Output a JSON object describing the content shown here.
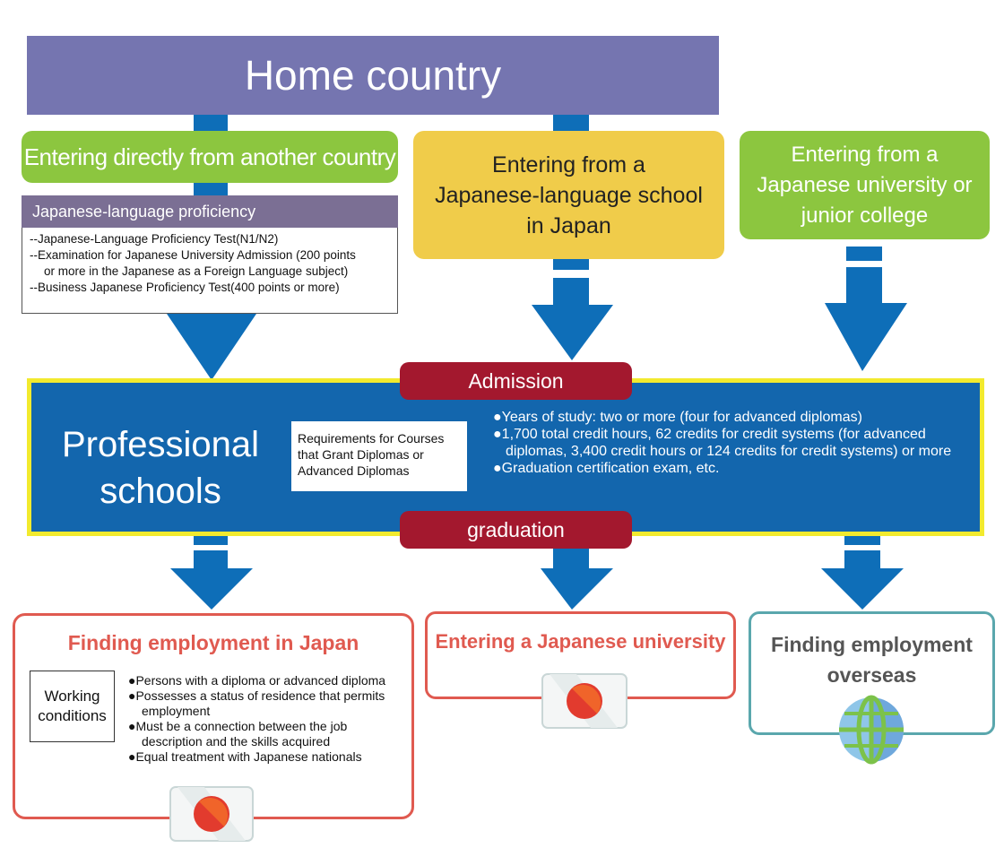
{
  "home": {
    "title": "Home country"
  },
  "routes": {
    "direct": {
      "title": "Entering directly from another country"
    },
    "language_school": {
      "title_lines": [
        "Entering from a",
        "Japanese-language school",
        "in Japan"
      ]
    },
    "university": {
      "title_lines": [
        "Entering from a",
        "Japanese university or",
        "junior college"
      ]
    }
  },
  "proficiency": {
    "heading": "Japanese-language proficiency",
    "lines": [
      "--Japanese-Language Proficiency Test(N1/N2)",
      "--Examination for Japanese University Admission (200 points",
      "or more in the Japanese as a Foreign Language subject)",
      "--Business Japanese Proficiency Test(400 points or more)"
    ]
  },
  "admission": {
    "label": "Admission"
  },
  "graduation": {
    "label": "graduation"
  },
  "professional": {
    "title_lines": [
      "Professional",
      "schools"
    ],
    "requirements_label_lines": [
      "Requirements for Courses",
      "that Grant Diplomas or",
      "Advanced Diplomas"
    ],
    "requirements": [
      "●Years of study: two or more (four for advanced diplomas)",
      "●1,700 total credit hours, 62 credits for credit systems (for advanced diplomas, 3,400 credit hours or 124 credits for credit systems) or more",
      "●Graduation certification exam, etc."
    ]
  },
  "outcomes": {
    "japan_employment": {
      "title": "Finding employment in Japan",
      "conditions_label_lines": [
        "Working",
        "conditions"
      ],
      "conditions": [
        "●Persons with a diploma or advanced diploma",
        "●Possesses a status of residence that permits employment",
        "●Must be a connection between the job description and the skills acquired",
        "●Equal treatment with Japanese nationals"
      ]
    },
    "university": {
      "title": "Entering a Japanese university"
    },
    "overseas": {
      "title_lines": [
        "Finding employment",
        "overseas"
      ]
    }
  },
  "colors": {
    "home": "#7575b0",
    "green": "#8cc63f",
    "yellow": "#f0cc4a",
    "blue": "#1366ad",
    "arrow": "#0e6eb8",
    "badge": "#a3182e",
    "red_outline": "#e05a50",
    "teal_outline": "#5aa7ad"
  }
}
